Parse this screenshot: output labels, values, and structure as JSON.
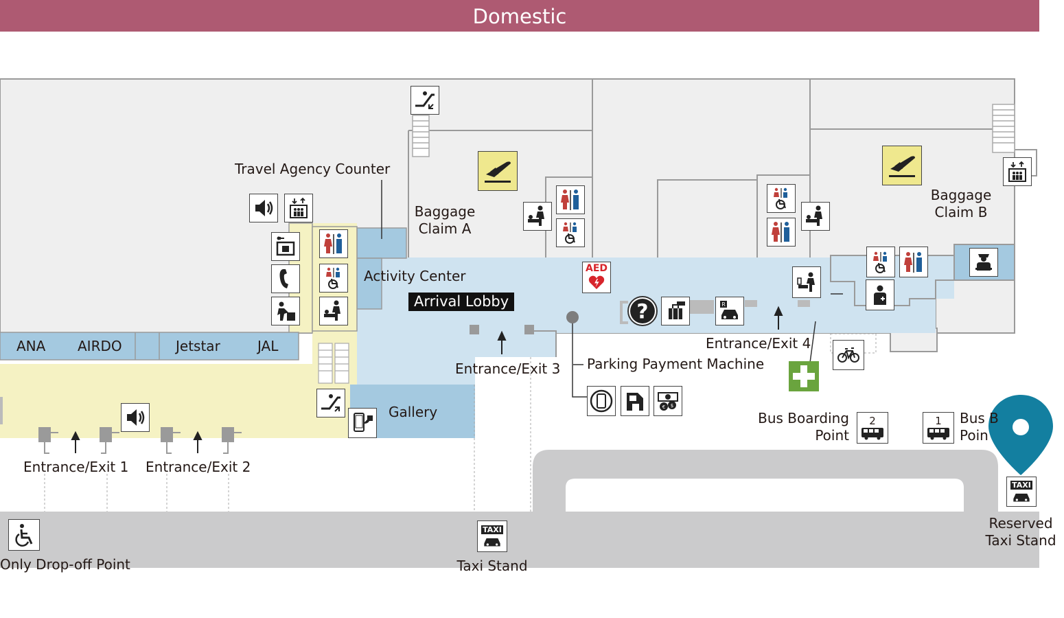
{
  "header": {
    "title": "Domestic"
  },
  "labels": {
    "travel_agency": "Travel Agency Counter",
    "baggage_a": "Baggage\nClaim A",
    "baggage_b": "Baggage\nClaim B",
    "activity_center": "Activity Center",
    "arrival_lobby": "Arrival Lobby",
    "parking_payment": "Parking Payment Machine",
    "gallery": "Gallery",
    "bus_boarding_2": "Bus Boarding\nPoint",
    "bus_boarding_1": "Bus B\nPoin",
    "taxi_stand": "Taxi Stand",
    "reserved_taxi": "Reserved\nTaxi Stand",
    "dropoff": "Only Drop-off Point"
  },
  "entrances": [
    "Entrance/Exit 1",
    "Entrance/Exit 2",
    "Entrance/Exit 3",
    "Entrance/Exit 4"
  ],
  "airlines": [
    "ANA",
    "AIRDO",
    "Jetstar",
    "JAL"
  ],
  "icons": {
    "aed": "AED",
    "taxi": "TAXI",
    "bus_2": "2",
    "bus_1": "1"
  },
  "colors": {
    "header": "#ae5a72",
    "lobby": "#cfe3f0",
    "counter": "#a4c9e0",
    "retail": "#f5f2c3",
    "building": "#efefef",
    "road": "#cbcbcc",
    "first_aid": "#6aa43e",
    "pin": "#137fa0",
    "arrival_sign": "#efe88e",
    "female": "#c0403b",
    "male": "#1f5f9a"
  }
}
